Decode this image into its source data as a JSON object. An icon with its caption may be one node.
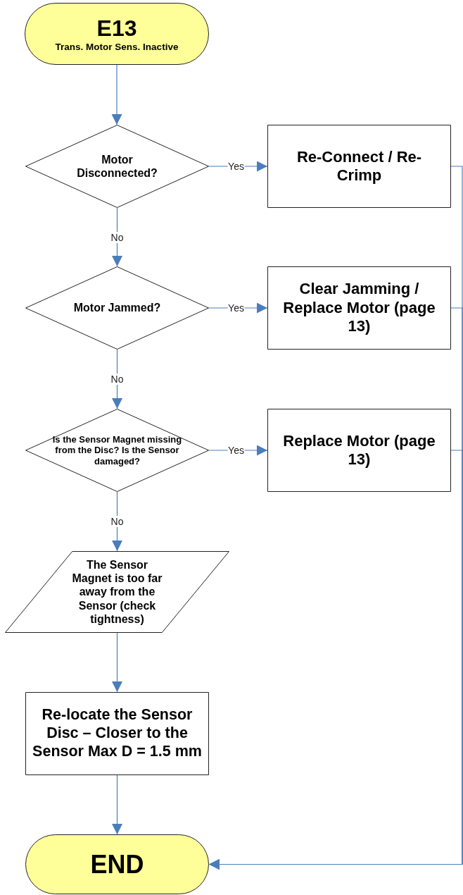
{
  "diagram": {
    "nodes": [
      {
        "text": [
          "E13",
          "Trans. Motor Sens. Inactive"
        ]
      },
      {
        "text": [
          "Motor Disconnected?"
        ]
      },
      {
        "text": [
          "Re-Connect / Re-Crimp"
        ]
      },
      {
        "text": [
          "Motor Jammed?"
        ]
      },
      {
        "text": [
          "Clear Jamming / Replace Motor (page 13)"
        ]
      },
      {
        "text": [
          "Is the Sensor Magnet missing from the Disc? Is the Sensor damaged?"
        ]
      },
      {
        "text": [
          "Replace Motor (page 13)"
        ]
      },
      {
        "text": [
          "The Sensor Magnet is too far away from the Sensor (check tightness)"
        ]
      },
      {
        "text": [
          "Re-locate the Sensor Disc – Closer to the Sensor Max D = 1.5 mm"
        ]
      },
      {
        "text": [
          "END"
        ]
      }
    ],
    "edges": [
      {
        "from": 0,
        "to": 1,
        "arrow": "to"
      },
      {
        "from": 1,
        "to": 2,
        "arrow": "to",
        "label": "Yes"
      },
      {
        "from": 1,
        "to": 3,
        "arrow": "to",
        "label": "No"
      },
      {
        "from": 3,
        "to": 4,
        "arrow": "to",
        "label": "Yes"
      },
      {
        "from": 3,
        "to": 5,
        "arrow": "to",
        "label": "No"
      },
      {
        "from": 5,
        "to": 6,
        "arrow": "to",
        "label": "Yes"
      },
      {
        "from": 5,
        "to": 7,
        "arrow": "to",
        "label": "No"
      },
      {
        "from": 7,
        "to": 8,
        "arrow": "to"
      },
      {
        "from": 8,
        "to": 9,
        "arrow": "to"
      },
      {
        "from": 2,
        "to": 9,
        "arrow": "to"
      },
      {
        "from": 4,
        "to": 9,
        "arrow": "to"
      },
      {
        "from": 6,
        "to": 9,
        "arrow": "to"
      }
    ]
  }
}
